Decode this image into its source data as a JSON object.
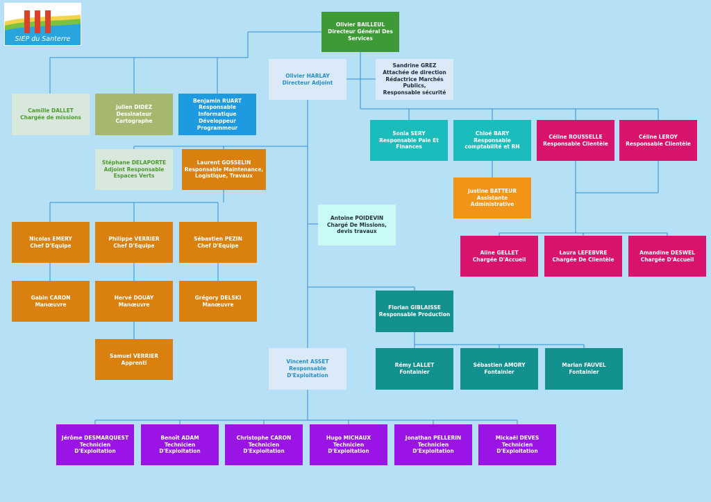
{
  "logo": {
    "text": "SIEP du Santerre"
  },
  "colors": {
    "dark_green": "#3e9a36",
    "pale_blue": "#dbeaf8",
    "pale_green": "#d9e8dd",
    "olive": "#a6b870",
    "blue": "#1e9be0",
    "teal": "#1bbcbc",
    "magenta": "#d9126c",
    "orange": "#d9800f",
    "light_orange": "#f29418",
    "light_cyan": "#c9fbf6",
    "dark_teal": "#12918f",
    "purple": "#9a14e6",
    "connector": "#2f8fd6"
  },
  "boxes": [
    {
      "id": "bailleul",
      "color": "dark_green",
      "text": "white",
      "lines": [
        "Olivier BAILLEUL",
        "Directeur Général Des Services"
      ]
    },
    {
      "id": "harlay",
      "color": "pale_blue",
      "text": "blue",
      "lines": [
        "Olivier HARLAY",
        "Directeur Adjoint"
      ]
    },
    {
      "id": "grez",
      "color": "pale_blue",
      "text": "dark",
      "lines": [
        "Sandrine GREZ",
        "Attachée de direction",
        "Rédactrice Marchés Publics,",
        "Responsable sécurité"
      ]
    },
    {
      "id": "dallet",
      "color": "pale_green",
      "text": "green",
      "lines": [
        "Camille DALLET",
        "Chargée de missions"
      ]
    },
    {
      "id": "didez",
      "color": "olive",
      "text": "white",
      "lines": [
        "Julien DIDEZ",
        "Dessinateur Cartographe"
      ]
    },
    {
      "id": "ruart",
      "color": "blue",
      "text": "white",
      "lines": [
        "Benjamin RUART",
        "Responsable Informatique",
        "Développeur Programmeur"
      ]
    },
    {
      "id": "sery",
      "color": "teal",
      "text": "white",
      "lines": [
        "Sonia SERY",
        "Responsable Paie Et Finances"
      ]
    },
    {
      "id": "bary",
      "color": "teal",
      "text": "white",
      "lines": [
        "Chloé BARY",
        "Responsable comptabilité et RH"
      ]
    },
    {
      "id": "rousselle",
      "color": "magenta",
      "text": "white",
      "lines": [
        "Céline ROUSSELLE",
        "Responsable Clientèle"
      ]
    },
    {
      "id": "leroy",
      "color": "magenta",
      "text": "white",
      "lines": [
        "Céline LEROY",
        "Responsable Clientèle"
      ]
    },
    {
      "id": "delaporte",
      "color": "pale_green",
      "text": "green",
      "lines": [
        "Stéphane DELAPORTE",
        "Adjoint Responsable Espaces Verts"
      ]
    },
    {
      "id": "gosselin",
      "color": "orange",
      "text": "white",
      "lines": [
        "Laurent GOSSELIN",
        "Responsable Maintenance, Logistique, Travaux"
      ]
    },
    {
      "id": "batteur",
      "color": "light_orange",
      "text": "white",
      "lines": [
        "Justine BATTEUR",
        "Assistante Administrative"
      ]
    },
    {
      "id": "poidevin",
      "color": "light_cyan",
      "text": "dark",
      "lines": [
        "Antoine POIDEVIN",
        "Chargé De Missions, devis travaux"
      ]
    },
    {
      "id": "emery",
      "color": "orange",
      "text": "white",
      "lines": [
        "Nicolas EMERY",
        "Chef D'Equipe"
      ]
    },
    {
      "id": "pverrier",
      "color": "orange",
      "text": "white",
      "lines": [
        "Philippe VERRIER",
        "Chef D'Equipe"
      ]
    },
    {
      "id": "pezin",
      "color": "orange",
      "text": "white",
      "lines": [
        "Sébastien PEZIN",
        "Chef D'Equipe"
      ]
    },
    {
      "id": "gellet",
      "color": "magenta",
      "text": "white",
      "lines": [
        "Aline GELLET",
        "Chargée D'Accueil"
      ]
    },
    {
      "id": "lefebvre",
      "color": "magenta",
      "text": "white",
      "lines": [
        "Laura LEFEBVRE",
        "Chargée De Clientèle"
      ]
    },
    {
      "id": "deswel",
      "color": "magenta",
      "text": "white",
      "lines": [
        "Amandine DESWEL",
        "Chargée D'Accueil"
      ]
    },
    {
      "id": "caron_g",
      "color": "orange",
      "text": "white",
      "lines": [
        "Gabin CARON",
        "Manœuvre"
      ]
    },
    {
      "id": "douay",
      "color": "orange",
      "text": "white",
      "lines": [
        "Hervé DOUAY",
        "Manœuvre"
      ]
    },
    {
      "id": "delski",
      "color": "orange",
      "text": "white",
      "lines": [
        "Grégory DELSKI",
        "Manœuvre"
      ]
    },
    {
      "id": "giblaisse",
      "color": "dark_teal",
      "text": "white",
      "lines": [
        "Florian GIBLAISSE",
        "Responsable Production"
      ]
    },
    {
      "id": "sverrier",
      "color": "orange",
      "text": "white",
      "lines": [
        "Samuel VERRIER",
        "Apprenti"
      ]
    },
    {
      "id": "asset",
      "color": "pale_blue",
      "text": "blue",
      "lines": [
        "Vincent ASSET",
        "Responsable D'Exploitation"
      ]
    },
    {
      "id": "lallet",
      "color": "dark_teal",
      "text": "white",
      "lines": [
        "Rémy LALLET",
        "Fontainier"
      ]
    },
    {
      "id": "amory",
      "color": "dark_teal",
      "text": "white",
      "lines": [
        "Sébastien AMORY",
        "Fontainier"
      ]
    },
    {
      "id": "fauvel",
      "color": "dark_teal",
      "text": "white",
      "lines": [
        "Marian FAUVEL",
        "Fontainier"
      ]
    },
    {
      "id": "desmarquest",
      "color": "purple",
      "text": "white",
      "lines": [
        "Jérôme DESMARQUEST",
        "Technicien D'Exploitation"
      ]
    },
    {
      "id": "adam",
      "color": "purple",
      "text": "white",
      "lines": [
        "Benoît ADAM",
        "Technicien D'Exploitation"
      ]
    },
    {
      "id": "caron_c",
      "color": "purple",
      "text": "white",
      "lines": [
        "Christophe CARON",
        "Technicien D'Exploitation"
      ]
    },
    {
      "id": "michaux",
      "color": "purple",
      "text": "white",
      "lines": [
        "Hugo MICHAUX",
        "Technicien D'Exploitation"
      ]
    },
    {
      "id": "pellerin",
      "color": "purple",
      "text": "white",
      "lines": [
        "Jonathan PELLERIN",
        "Technicien D'Exploitation"
      ]
    },
    {
      "id": "deves",
      "color": "purple",
      "text": "white",
      "lines": [
        "Mickaël DEVES",
        "Technicien D'Exploitation"
      ]
    }
  ]
}
